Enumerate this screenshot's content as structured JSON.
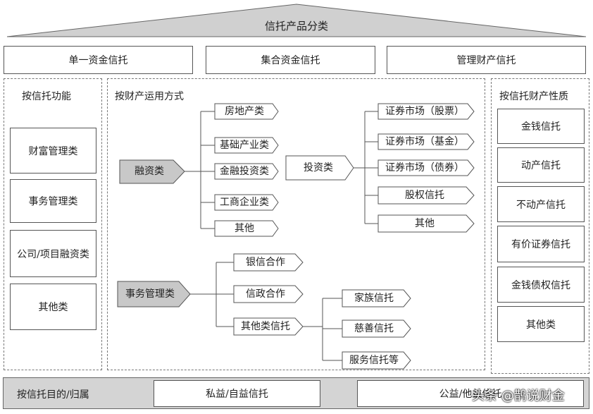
{
  "header": {
    "title": "信托产品分类"
  },
  "top_categories": [
    "单一资金信托",
    "集合资金信托",
    "管理财产信托"
  ],
  "left_panel": {
    "title": "按信托功能",
    "items": [
      "财富管理类",
      "事务管理类",
      "公司/项目融资类",
      "其他类"
    ]
  },
  "center_panel": {
    "title": "按财产运用方式",
    "financing": {
      "label": "融资类",
      "children": [
        "房地产类",
        "基础产业类",
        "金融投资类",
        "工商企业类",
        "其他"
      ]
    },
    "investment": {
      "label": "投资类",
      "children": [
        "证券市场（股票）",
        "证券市场（基金）",
        "证券市场（债券）",
        "股权信托",
        "其他"
      ]
    },
    "affairs": {
      "label": "事务管理类",
      "children": [
        "银信合作",
        "信政合作",
        "其他类信托"
      ]
    },
    "other_trust": {
      "children": [
        "家族信托",
        "慈善信托",
        "服务信托等"
      ]
    }
  },
  "right_panel": {
    "title": "按信托财产性质",
    "items": [
      "金钱信托",
      "动产信托",
      "不动产信托",
      "有价证券信托",
      "金钱债权信托",
      "其他类"
    ]
  },
  "bottom": {
    "label": "按信托目的/归属",
    "items": [
      "私益/自益信托",
      "公益/他益信托"
    ]
  },
  "watermark": "头条 @鹊说财金",
  "colors": {
    "highlight": "#c8c8c8",
    "band": "#d4d4d4",
    "stroke": "#555555"
  }
}
